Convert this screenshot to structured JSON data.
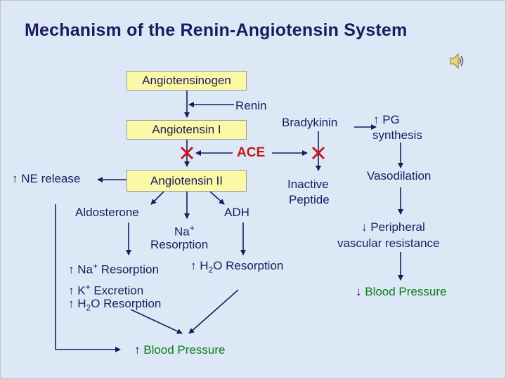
{
  "title": "Mechanism of the Renin-Angiotensin System",
  "audio_icon": "speaker-icon",
  "boxes": {
    "angiotensinogen": "Angiotensinogen",
    "angiotensin_1": "Angiotensin I",
    "angiotensin_2": "Angiotensin II"
  },
  "labels": {
    "renin": "Renin",
    "ace": "ACE",
    "bradykinin": "Bradykinin",
    "pg_synthesis_line1": "PG",
    "pg_synthesis_line2": "synthesis",
    "ne_release": "NE release",
    "aldosterone": "Aldosterone",
    "adh": "ADH",
    "na_resorption_line1": "Na",
    "na_resorption_sup": "+",
    "na_resorption_line2": "Resorption",
    "inactive_peptide_line1": "Inactive",
    "inactive_peptide_line2": "Peptide",
    "vasodilation": "Vasodilation",
    "peripheral_line1": "Peripheral",
    "peripheral_line2": "vascular resistance",
    "blood_pressure_right": "Blood Pressure",
    "na_resorption_full_a": "Na",
    "na_resorption_full_sup": "+",
    "na_resorption_full_b": " Resorption",
    "h2o_resorption_a": "H",
    "h2o_resorption_sub": "2",
    "h2o_resorption_b": "O Resorption",
    "k_excretion_a": "K",
    "k_excretion_sup": "+",
    "k_excretion_b": " Excretion",
    "h2o_resorption2_a": "H",
    "h2o_resorption2_sub": "2",
    "h2o_resorption2_b": "O Resorption",
    "blood_pressure_bottom": "Blood Pressure"
  },
  "symbols": {
    "up": "↑",
    "down": "↓"
  },
  "colors": {
    "background": "#dde8f6",
    "box_fill": "#fbf9a5",
    "text": "#1b1b5e",
    "ace_red": "#c8161d",
    "bp_green": "#0d7c1a"
  }
}
